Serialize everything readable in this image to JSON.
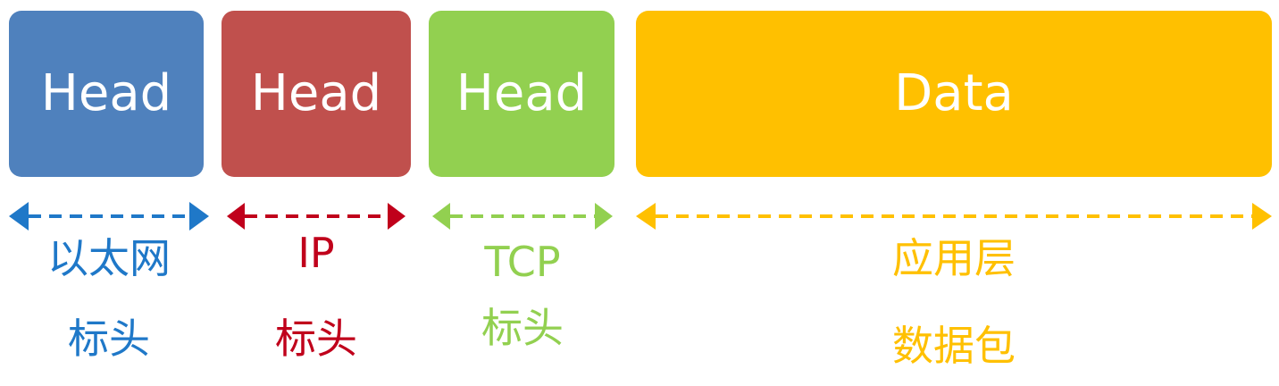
{
  "segments": [
    {
      "head": "Head",
      "color": "#4f81bd",
      "label_color": "#1f78c8",
      "label_lines": [
        "以太网",
        "标头"
      ]
    },
    {
      "head": "Head",
      "color": "#c0504d",
      "label_color": "#c0001b",
      "label_lines": [
        "IP",
        "标头"
      ]
    },
    {
      "head": "Head",
      "color": "#92d050",
      "label_color": "#92d050",
      "label_lines": [
        "TCP",
        "标头"
      ]
    },
    {
      "head": "Data",
      "color": "#ffc000",
      "label_color": "#ffc000",
      "label_lines": [
        "应用层",
        "数据包"
      ]
    }
  ]
}
